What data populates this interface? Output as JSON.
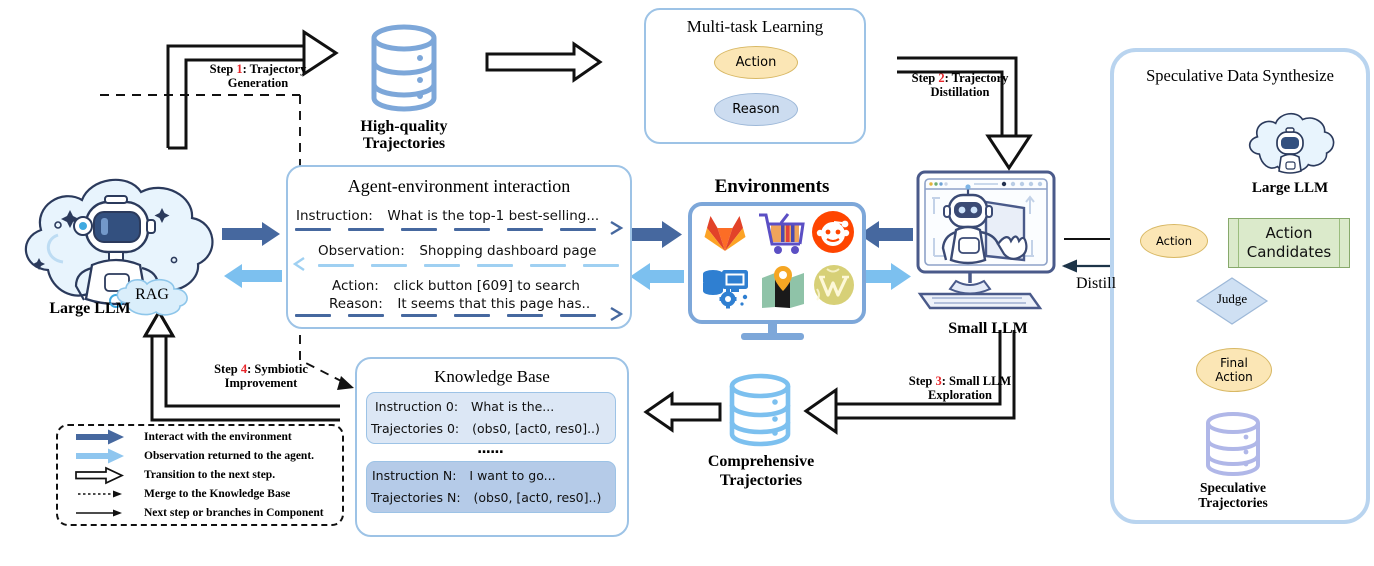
{
  "figure": {
    "title": "Symbiotic Large-LLM / Small-LLM agent training pipeline"
  },
  "nodes": {
    "large_llm": {
      "label": "Large LLM",
      "badge": "RAG",
      "icon": "cloud-robot-icon"
    },
    "small_llm": {
      "label": "Small LLM",
      "icon": "monitor-robot-icon"
    },
    "high_quality_db": {
      "label": "High-quality\nTrajectories",
      "line1": "High-quality",
      "line2": "Trajectories",
      "icon": "database-icon"
    },
    "comprehensive_db": {
      "line1": "Comprehensive",
      "line2": "Trajectories",
      "icon": "database-icon"
    },
    "speculative_db": {
      "line1": "Speculative",
      "line2": "Trajectories",
      "icon": "database-icon"
    },
    "environments": {
      "label": "Environments",
      "icon": "monitor-icon",
      "items": [
        "gitlab-icon",
        "shopping-cart-icon",
        "reddit-icon",
        "database-admin-icon",
        "map-icon",
        "wikipedia-icon"
      ]
    }
  },
  "multi_task": {
    "title": "Multi-task Learning",
    "branch_action": "Action",
    "branch_reason": "Reason"
  },
  "interaction": {
    "title": "Agent-environment interaction",
    "rows": [
      {
        "key": "Instruction:",
        "value": "What is the top-1 best-selling..."
      },
      {
        "key": "Observation:",
        "value": "Shopping dashboard page"
      },
      {
        "key": "Action:",
        "value": "click button [609] to search"
      },
      {
        "key": "Reason:",
        "value": "It seems that this page has.."
      }
    ]
  },
  "knowledge_base": {
    "title": "Knowledge Base",
    "ellipsis": "......",
    "entries": [
      {
        "instruction_key": "Instruction 0:",
        "instruction_value": "What is the...",
        "trajectory_key": "Trajectories 0:",
        "trajectory_value": "(obs0, [act0, res0]..)"
      },
      {
        "instruction_key": "Instruction N:",
        "instruction_value": "I want to go...",
        "trajectory_key": "Trajectories N:",
        "trajectory_value": "(obs0, [act0, res0]..)"
      }
    ]
  },
  "speculative": {
    "title": "Speculative Data Synthesize",
    "large_llm_label": "Large LLM",
    "action_label": "Action",
    "action_candidates_label": "Action\nCandidates",
    "action_candidates_line1": "Action",
    "action_candidates_line2": "Candidates",
    "judge_label": "Judge",
    "final_action_line1": "Final",
    "final_action_line2": "Action",
    "distill_label": "Distill"
  },
  "steps": [
    {
      "id": 1,
      "prefix": "Step ",
      "num": "1",
      "suffix": ": Trajectory",
      "line2": "Generation"
    },
    {
      "id": 2,
      "prefix": "Step ",
      "num": "2",
      "suffix": ": Trajectory",
      "line2": "Distillation"
    },
    {
      "id": 3,
      "prefix": "Step ",
      "num": "3",
      "suffix": ": Small LLM",
      "line2": "Exploration"
    },
    {
      "id": 4,
      "prefix": "Step ",
      "num": "4",
      "suffix": ": Symbiotic",
      "line2": "Improvement"
    }
  ],
  "legend": {
    "items": [
      {
        "icon": "solid-dark-blue-arrow-icon",
        "text": "Interact with the environment"
      },
      {
        "icon": "solid-light-blue-arrow-icon",
        "text": "Observation returned to the agent."
      },
      {
        "icon": "hollow-block-arrow-icon",
        "text": "Transition to the next step."
      },
      {
        "icon": "dotted-arrow-icon",
        "text": "Merge to the Knowledge Base"
      },
      {
        "icon": "thin-arrow-icon",
        "text": "Next step or branches in Component"
      }
    ]
  },
  "colors": {
    "panel_border": "#9dc3e6",
    "dark_blue_arrow": "#46689f",
    "light_blue_arrow": "#7cc0ef",
    "db_blue": "#7da7d9",
    "db_purple": "#b0b7e8",
    "action_fill": "#fbe6b5",
    "reason_fill": "#ccdcf0",
    "judge_fill": "#cfe0f3",
    "green_fill": "#dbeacb",
    "kb_row_light": "#dce7f5",
    "kb_row_dark": "#b5cbe8",
    "step_number": "#e8252a",
    "black": "#111111"
  }
}
